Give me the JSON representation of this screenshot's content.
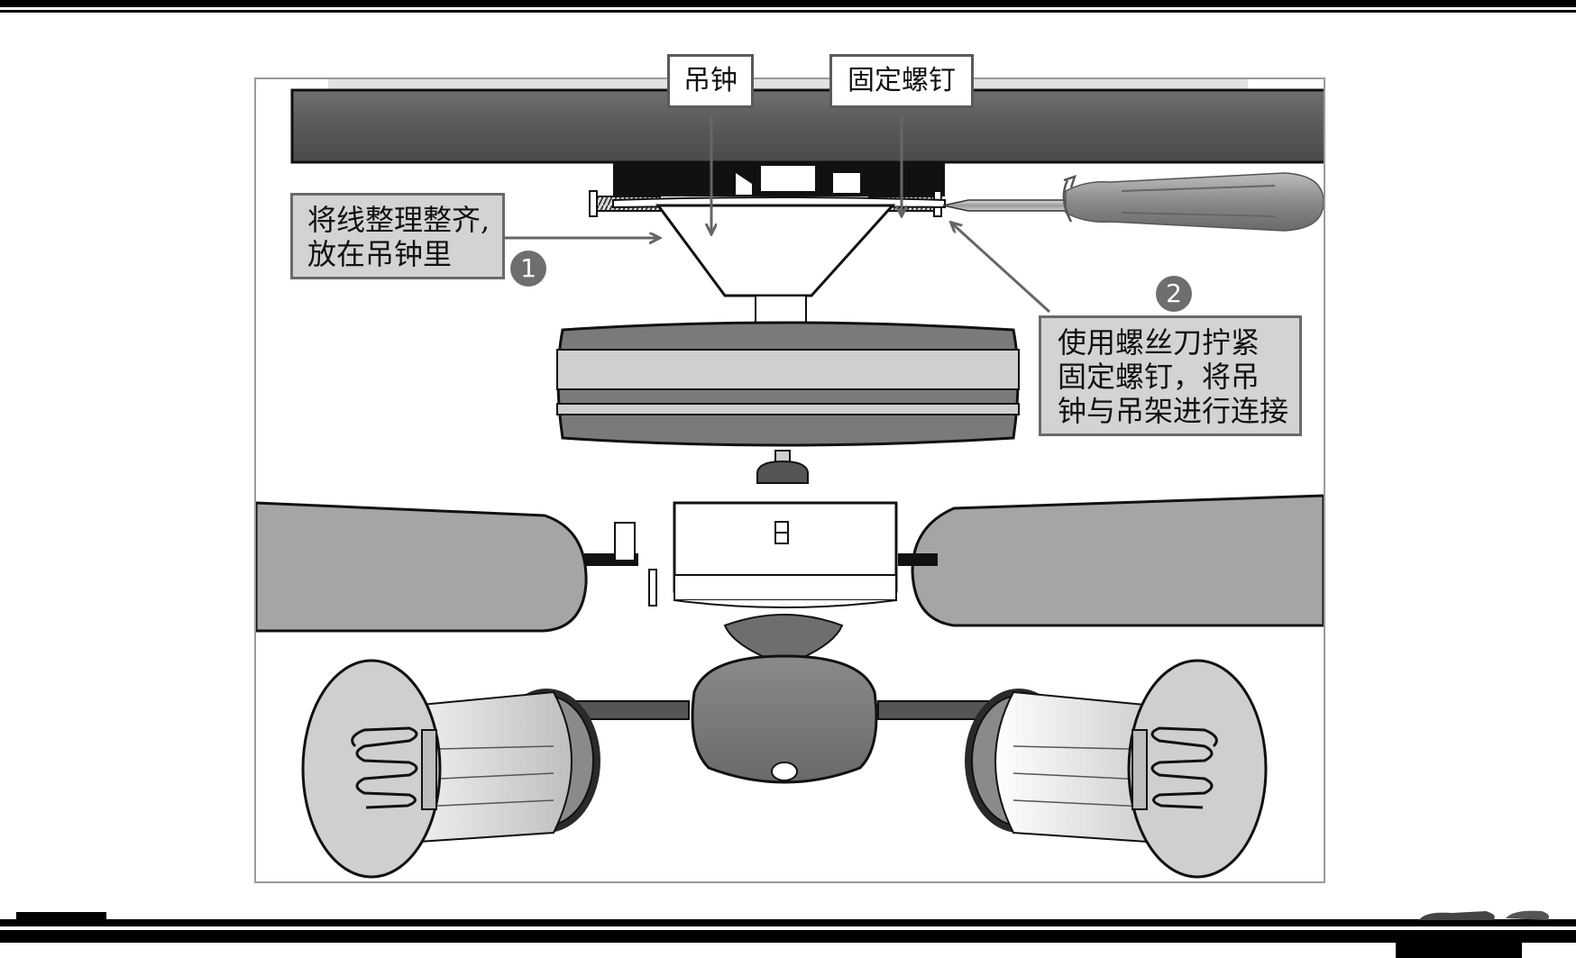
{
  "labels": {
    "ceiling_cup": "吊钟",
    "fixing_screw": "固定螺钉"
  },
  "notes": {
    "step1": {
      "badge": "1",
      "lines": [
        "将线整理整齐,",
        "放在吊钟里"
      ]
    },
    "step2": {
      "badge": "2",
      "lines": [
        "使用螺丝刀拧紧",
        "固定螺钉，将吊",
        "钟与吊架进行连接"
      ]
    }
  },
  "icons": {
    "tool": "screwdriver-icon",
    "rotation": "rotate-arrow-icon"
  }
}
